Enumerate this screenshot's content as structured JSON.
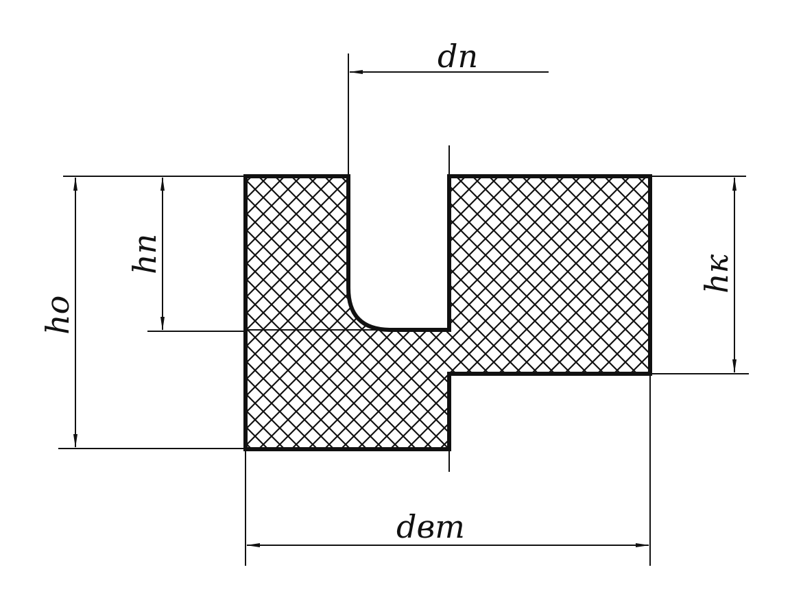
{
  "labels": {
    "d_p": "dп",
    "h_p": "hп",
    "h_o": "hо",
    "h_k": "hк",
    "d_vt": "dвт"
  },
  "colors": {
    "ink": "#111111",
    "background": "#ffffff"
  }
}
